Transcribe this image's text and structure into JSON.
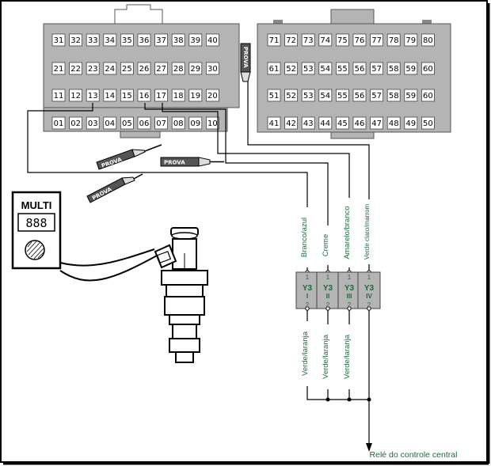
{
  "left_connector": {
    "rows": [
      [
        "31",
        "32",
        "33",
        "34",
        "35",
        "36",
        "37",
        "38",
        "39",
        "40"
      ],
      [
        "21",
        "22",
        "23",
        "24",
        "25",
        "26",
        "27",
        "28",
        "29",
        "30"
      ],
      [
        "11",
        "12",
        "13",
        "14",
        "15",
        "16",
        "17",
        "18",
        "19",
        "20"
      ],
      [
        "01",
        "02",
        "03",
        "04",
        "05",
        "06",
        "07",
        "08",
        "09",
        "10"
      ]
    ]
  },
  "right_connector": {
    "rows": [
      [
        "71",
        "72",
        "73",
        "74",
        "75",
        "76",
        "77",
        "78",
        "79",
        "80"
      ],
      [
        "61",
        "52",
        "53",
        "54",
        "55",
        "56",
        "57",
        "58",
        "59",
        "60"
      ],
      [
        "51",
        "52",
        "53",
        "54",
        "55",
        "56",
        "57",
        "58",
        "59",
        "60"
      ],
      [
        "41",
        "42",
        "43",
        "44",
        "45",
        "46",
        "47",
        "48",
        "49",
        "50"
      ]
    ]
  },
  "probes": [
    "PROVA",
    "PROVA",
    "PROVA",
    "PROVA"
  ],
  "multimeter": {
    "title": "MULTI",
    "display": "888"
  },
  "wires_top": [
    "Branco/azul",
    "Creme",
    "Amarelo/branco",
    "Verde claro/marrom"
  ],
  "wires_bottom": [
    "Verde/laranja",
    "Verde/laranja",
    "Verde/laranja"
  ],
  "injectors": [
    {
      "code": "Y3",
      "roman": "I",
      "top_pin": "1",
      "bottom_pin": "2"
    },
    {
      "code": "Y3",
      "roman": "II",
      "top_pin": "1",
      "bottom_pin": "2"
    },
    {
      "code": "Y3",
      "roman": "III",
      "top_pin": "1",
      "bottom_pin": "2"
    },
    {
      "code": "Y3",
      "roman": "IV",
      "top_pin": "1",
      "bottom_pin": "2"
    }
  ],
  "relay_label": "Relé do controle central",
  "colors": {
    "connector": "#b4b4b4",
    "text_green": "#1c6b3a",
    "wire": "#000000"
  }
}
